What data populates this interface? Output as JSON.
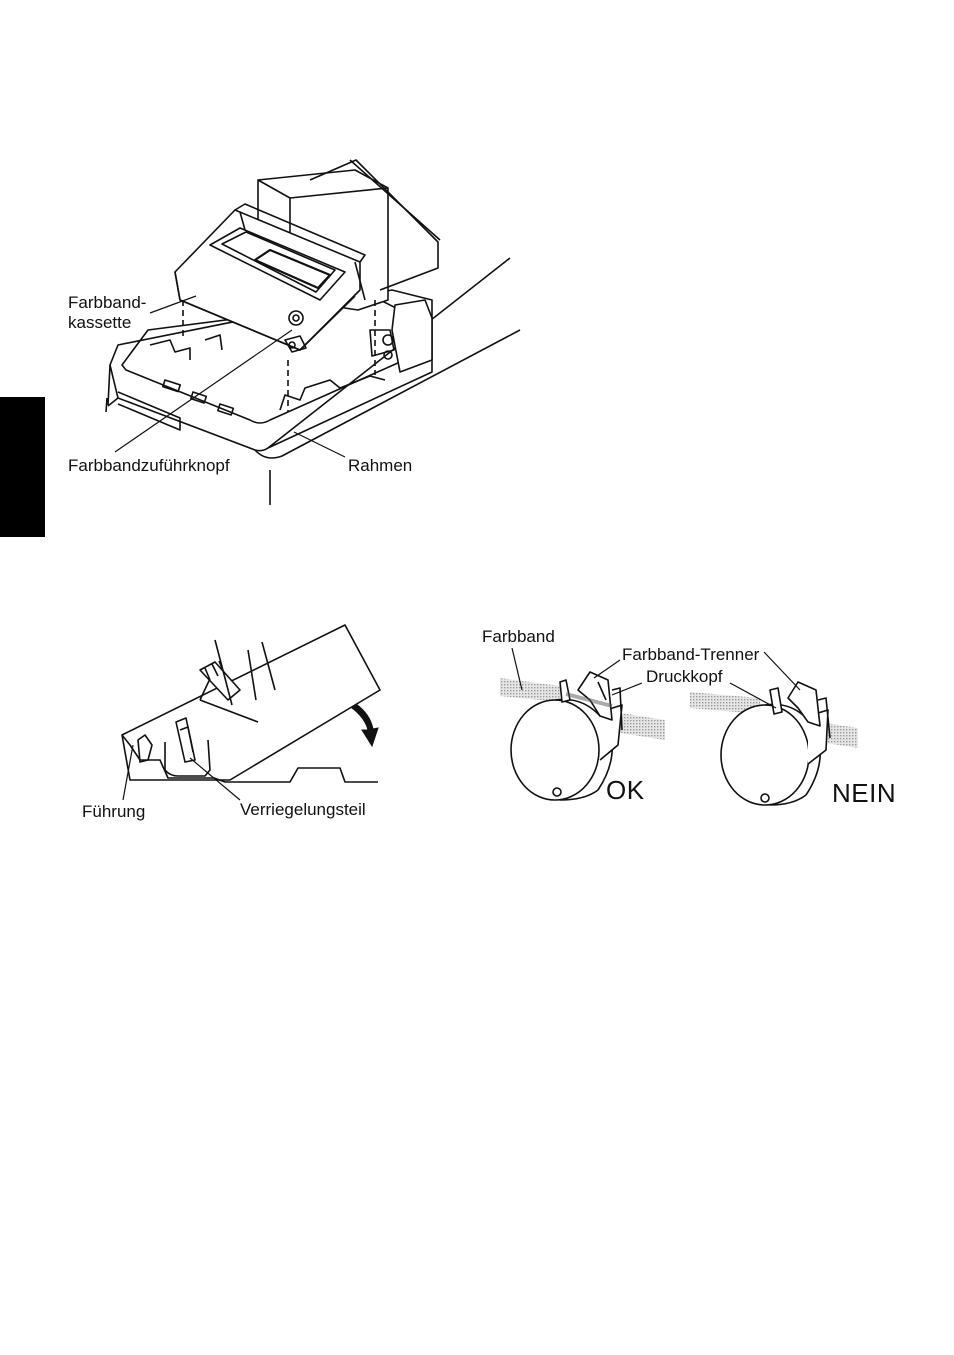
{
  "figure1": {
    "labels": {
      "farbband_kassette_line1": "Farbband-",
      "farbband_kassette_line2": "kassette",
      "zufuehrknopf": "Farbbandzuführknopf",
      "rahmen": "Rahmen"
    }
  },
  "figure2": {
    "labels": {
      "fuehrung": "Führung",
      "verriegelungsteil": "Verriegelungsteil"
    }
  },
  "figure3": {
    "labels": {
      "farbband": "Farbband",
      "trenner": "Farbband-Trenner",
      "druckkopf": "Druckkopf",
      "ok": "OK",
      "nein": "NEIN"
    }
  },
  "colors": {
    "ink": "#111111",
    "ribbon": "#b8b8b8",
    "tab": "#000000"
  }
}
